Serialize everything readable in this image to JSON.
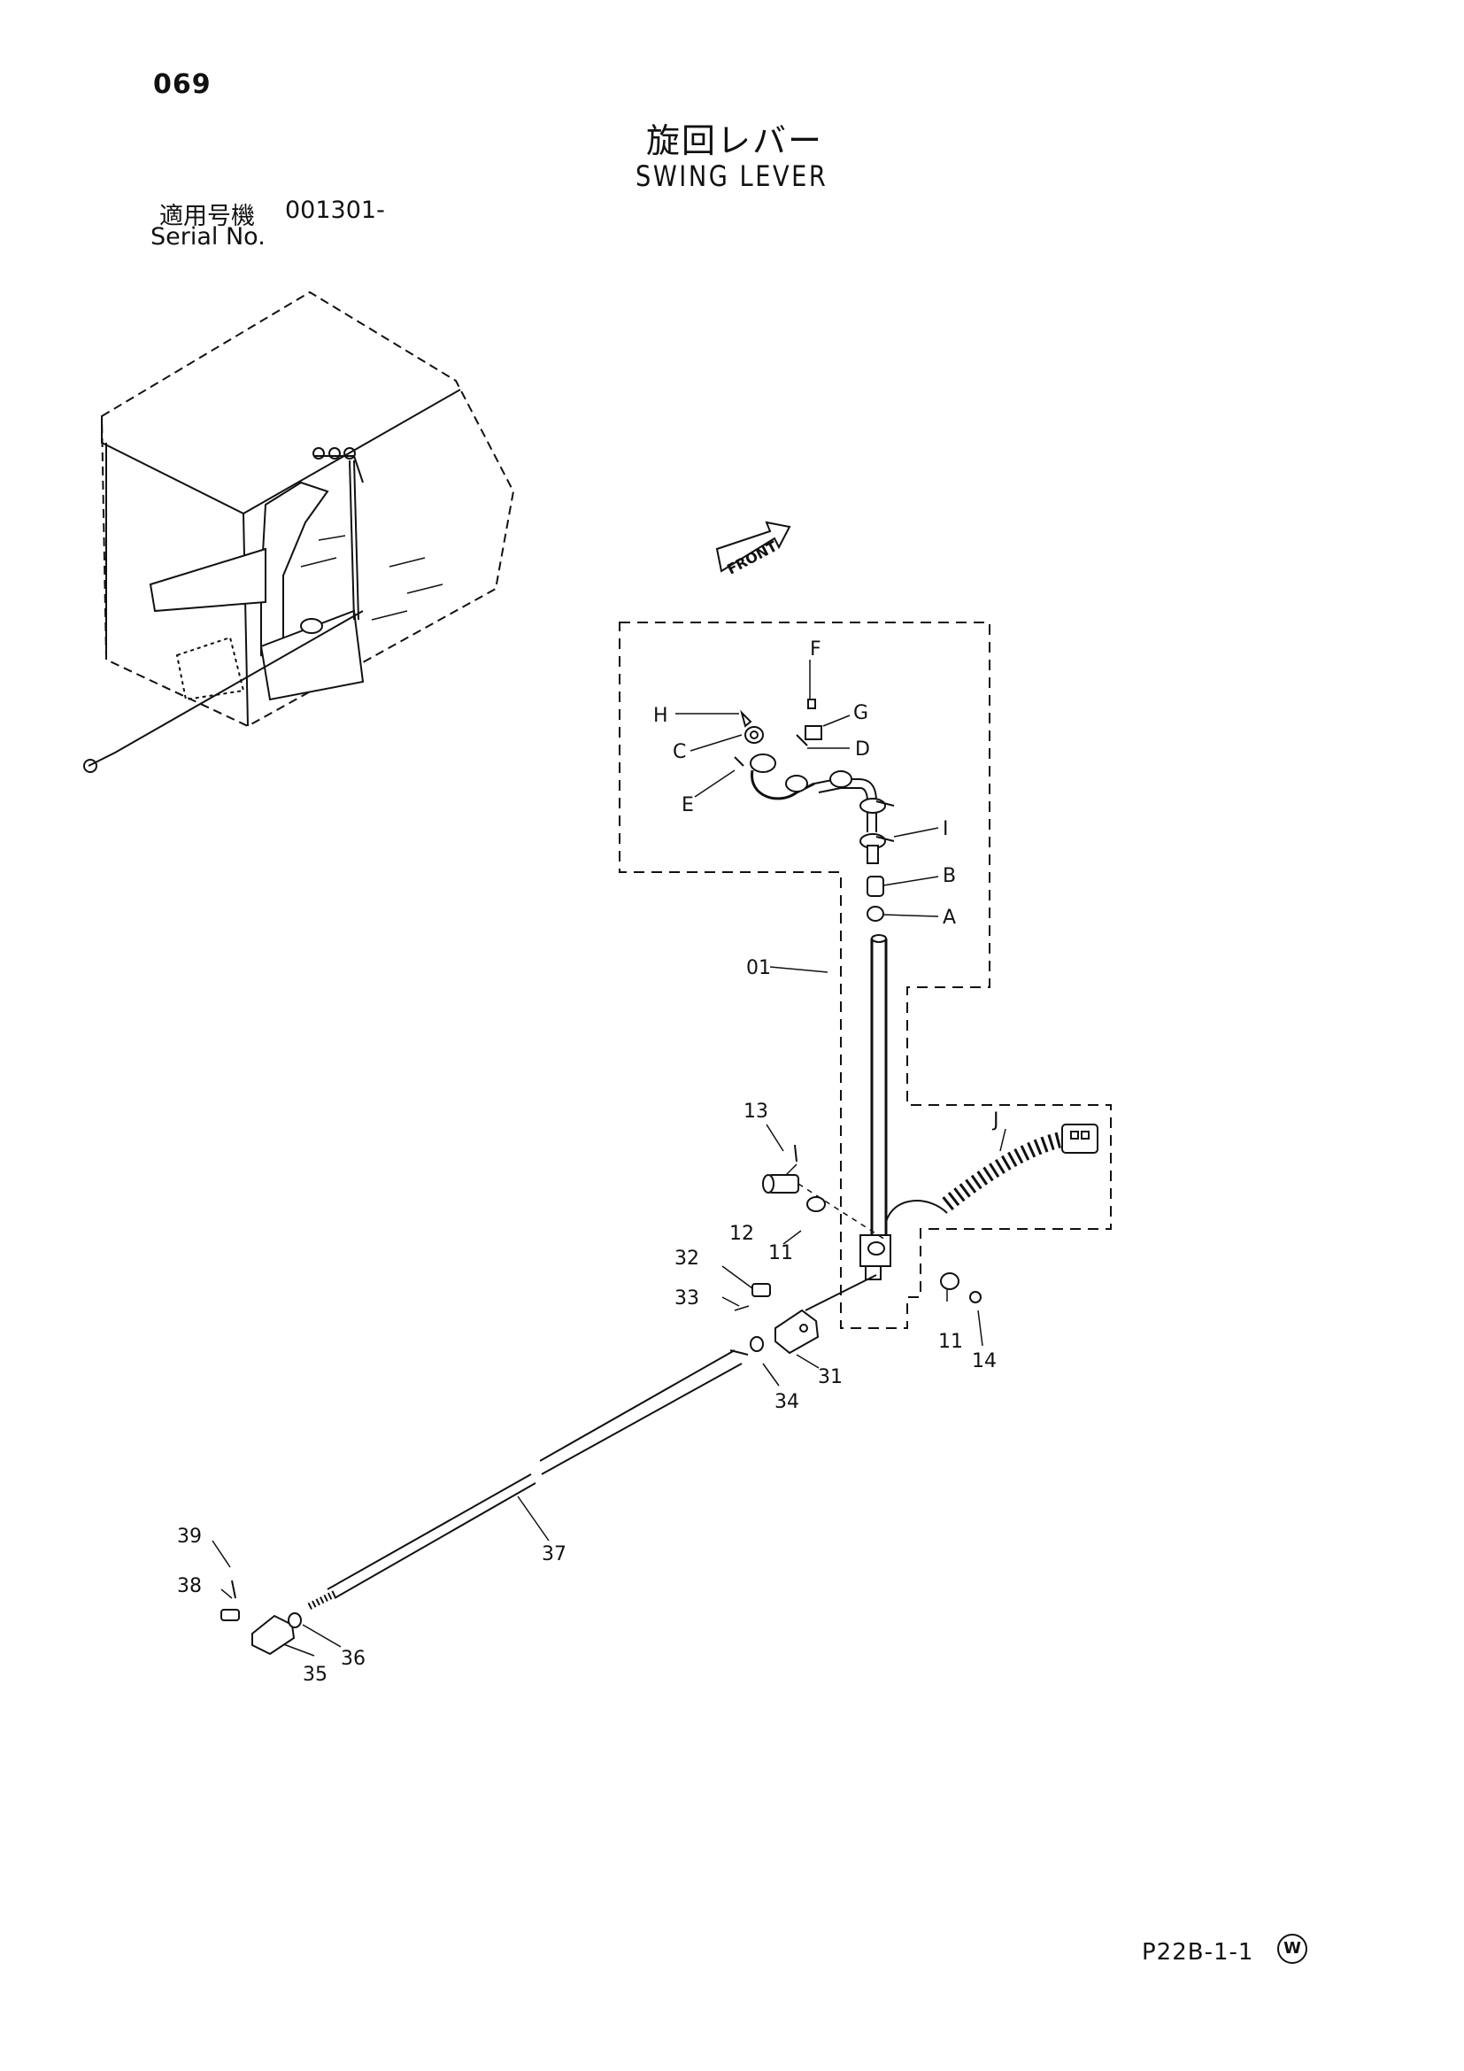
{
  "header": {
    "page_number": "069",
    "title_jp": "旋回レバー",
    "title_en": "SWING LEVER",
    "serial_label_jp": "適用号機",
    "serial_value": "001301-",
    "serial_label_en": "Serial No."
  },
  "diagram": {
    "front_label": "FRONT",
    "callouts": {
      "F": "F",
      "H": "H",
      "G": "G",
      "C": "C",
      "D": "D",
      "E": "E",
      "I": "I",
      "B": "B",
      "A": "A",
      "p01": "01",
      "J": "J",
      "p13": "13",
      "p12": "12",
      "p11a": "11",
      "p32": "32",
      "p33": "33",
      "p31": "31",
      "p34": "34",
      "p11b": "11",
      "p14": "14",
      "p37": "37",
      "p39": "39",
      "p38": "38",
      "p36": "36",
      "p35": "35"
    }
  },
  "footer": {
    "mark": "W",
    "code": "P22B-1-1"
  }
}
